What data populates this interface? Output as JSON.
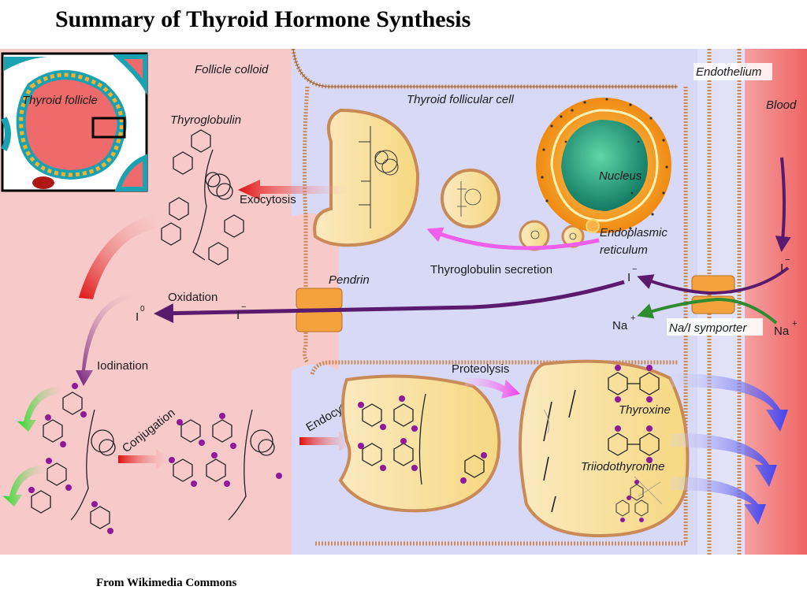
{
  "title": "Summary of Thyroid Hormone Synthesis",
  "credit": "From Wikimedia Commons",
  "diagram": {
    "regions": {
      "follicle_colloid": "Follicle colloid",
      "thyroid_follicular_cell": "Thyroid follicular cell",
      "endothelium": "Endothelium",
      "blood": "Blood",
      "inset": "Thyroid follicle",
      "nucleus": "Nucleus",
      "endoplasmic_reticulum_line1": "Endoplasmic",
      "endoplasmic_reticulum_line2": "reticulum"
    },
    "molecules": {
      "thyroglobulin": "Thyroglobulin",
      "thyroxine": "Thyroxine",
      "triiodothyronine": "Triiodothyronine",
      "iodide_base": "I",
      "iodide_charge": "−",
      "iodine_base": "I",
      "iodine_sup": "0",
      "sodium_base": "Na",
      "sodium_charge": "+"
    },
    "transporters": {
      "pendrin": "Pendrin",
      "na_i_symporter": "Na/I symporter"
    },
    "processes": {
      "exocytosis": "Exocytosis",
      "thyroglobulin_secretion": "Thyroglobulin secretion",
      "oxidation": "Oxidation",
      "iodination": "Iodination",
      "conjugation": "Conjugation",
      "endocytosis": "Endocytosis",
      "proteolysis": "Proteolysis"
    },
    "colors": {
      "colloid": "#f7c9c9",
      "cell": "#d8d9f7",
      "membrane": "#c98a57",
      "blood": "#f06a6a",
      "vesicle": "#f8dc8e",
      "nucleus": "#1f9a7c",
      "iodide_arrow": "#5a1a6e",
      "sodium_arrow": "#2e8b2e",
      "secretion_arrow": "#ef5fe9",
      "red_arrow": "#e01010",
      "hormone_arrow": "#5a5af0",
      "iodine_atom": "#8e1a9a"
    }
  }
}
